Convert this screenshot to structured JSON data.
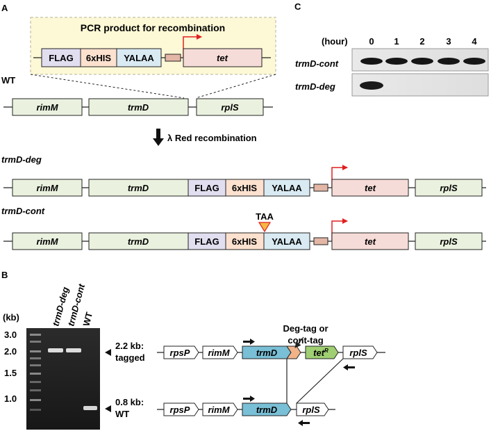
{
  "panels": {
    "a": "A",
    "b": "B",
    "c": "C"
  },
  "colors": {
    "gene_fill": "#eaf2df",
    "flag_fill": "#e1def0",
    "his_fill": "#fce1cf",
    "yalaa_fill": "#d9eaf3",
    "tet_fill": "#f6dcd8",
    "promoter_fill": "#e3b6a6",
    "box_bg": "#fdf8d6",
    "arrow_red": "#e01f1f",
    "triangle_fill": "#f5b942",
    "gel_trmD_fill": "#79bfd6",
    "gel_tag_fill": "#f2b389",
    "gel_tet_fill": "#9fcf72"
  },
  "panel_a": {
    "pcr_title": "PCR product for recombination",
    "pcr_flag": "FLAG",
    "pcr_his": "6xHIS",
    "pcr_yalaa": "YALAA",
    "pcr_tet": "tet",
    "wt_label": "WT",
    "wt_rimM": "rimM",
    "wt_trmD": "trmD",
    "wt_rplS": "rplS",
    "recomb_label": "λ Red recombination",
    "deg_label": "trmD-deg",
    "deg_rimM": "rimM",
    "deg_trmD": "trmD",
    "deg_flag": "FLAG",
    "deg_his": "6xHIS",
    "deg_yalaa": "YALAA",
    "deg_tet": "tet",
    "deg_rplS": "rplS",
    "cont_label": "trmD-cont",
    "taa": "TAA",
    "cont_rimM": "rimM",
    "cont_trmD": "trmD",
    "cont_flag": "FLAG",
    "cont_his": "6xHIS",
    "cont_yalaa": "YALAA",
    "cont_tet": "tet",
    "cont_rplS": "rplS"
  },
  "panel_b": {
    "kb_label": "(kb)",
    "ladder_ticks": [
      "3.0",
      "2.0",
      "1.5",
      "1.0"
    ],
    "lanes": [
      "trmD-deg",
      "trmD-cont",
      "WT"
    ],
    "band_tagged_size": "2.2 kb:",
    "band_tagged_name": "tagged",
    "band_wt_size": "0.8 kb:",
    "band_wt_name": "WT",
    "tag_note_1": "Deg-tag or",
    "tag_note_2": "cont-tag",
    "tagged_rpsP": "rpsP",
    "tagged_rimM": "rimM",
    "tagged_trmD": "trmD",
    "tagged_tet": "tet",
    "tagged_tet_sup": "R",
    "tagged_rplS": "rplS",
    "wt_rpsP": "rpsP",
    "wt_rimM": "rimM",
    "wt_trmD": "trmD",
    "wt_rplS": "rplS"
  },
  "panel_c": {
    "hour_label": "(hour)",
    "timepoints": [
      "0",
      "1",
      "2",
      "3",
      "4"
    ],
    "row_cont": "trmD-cont",
    "row_deg": "trmD-deg"
  }
}
